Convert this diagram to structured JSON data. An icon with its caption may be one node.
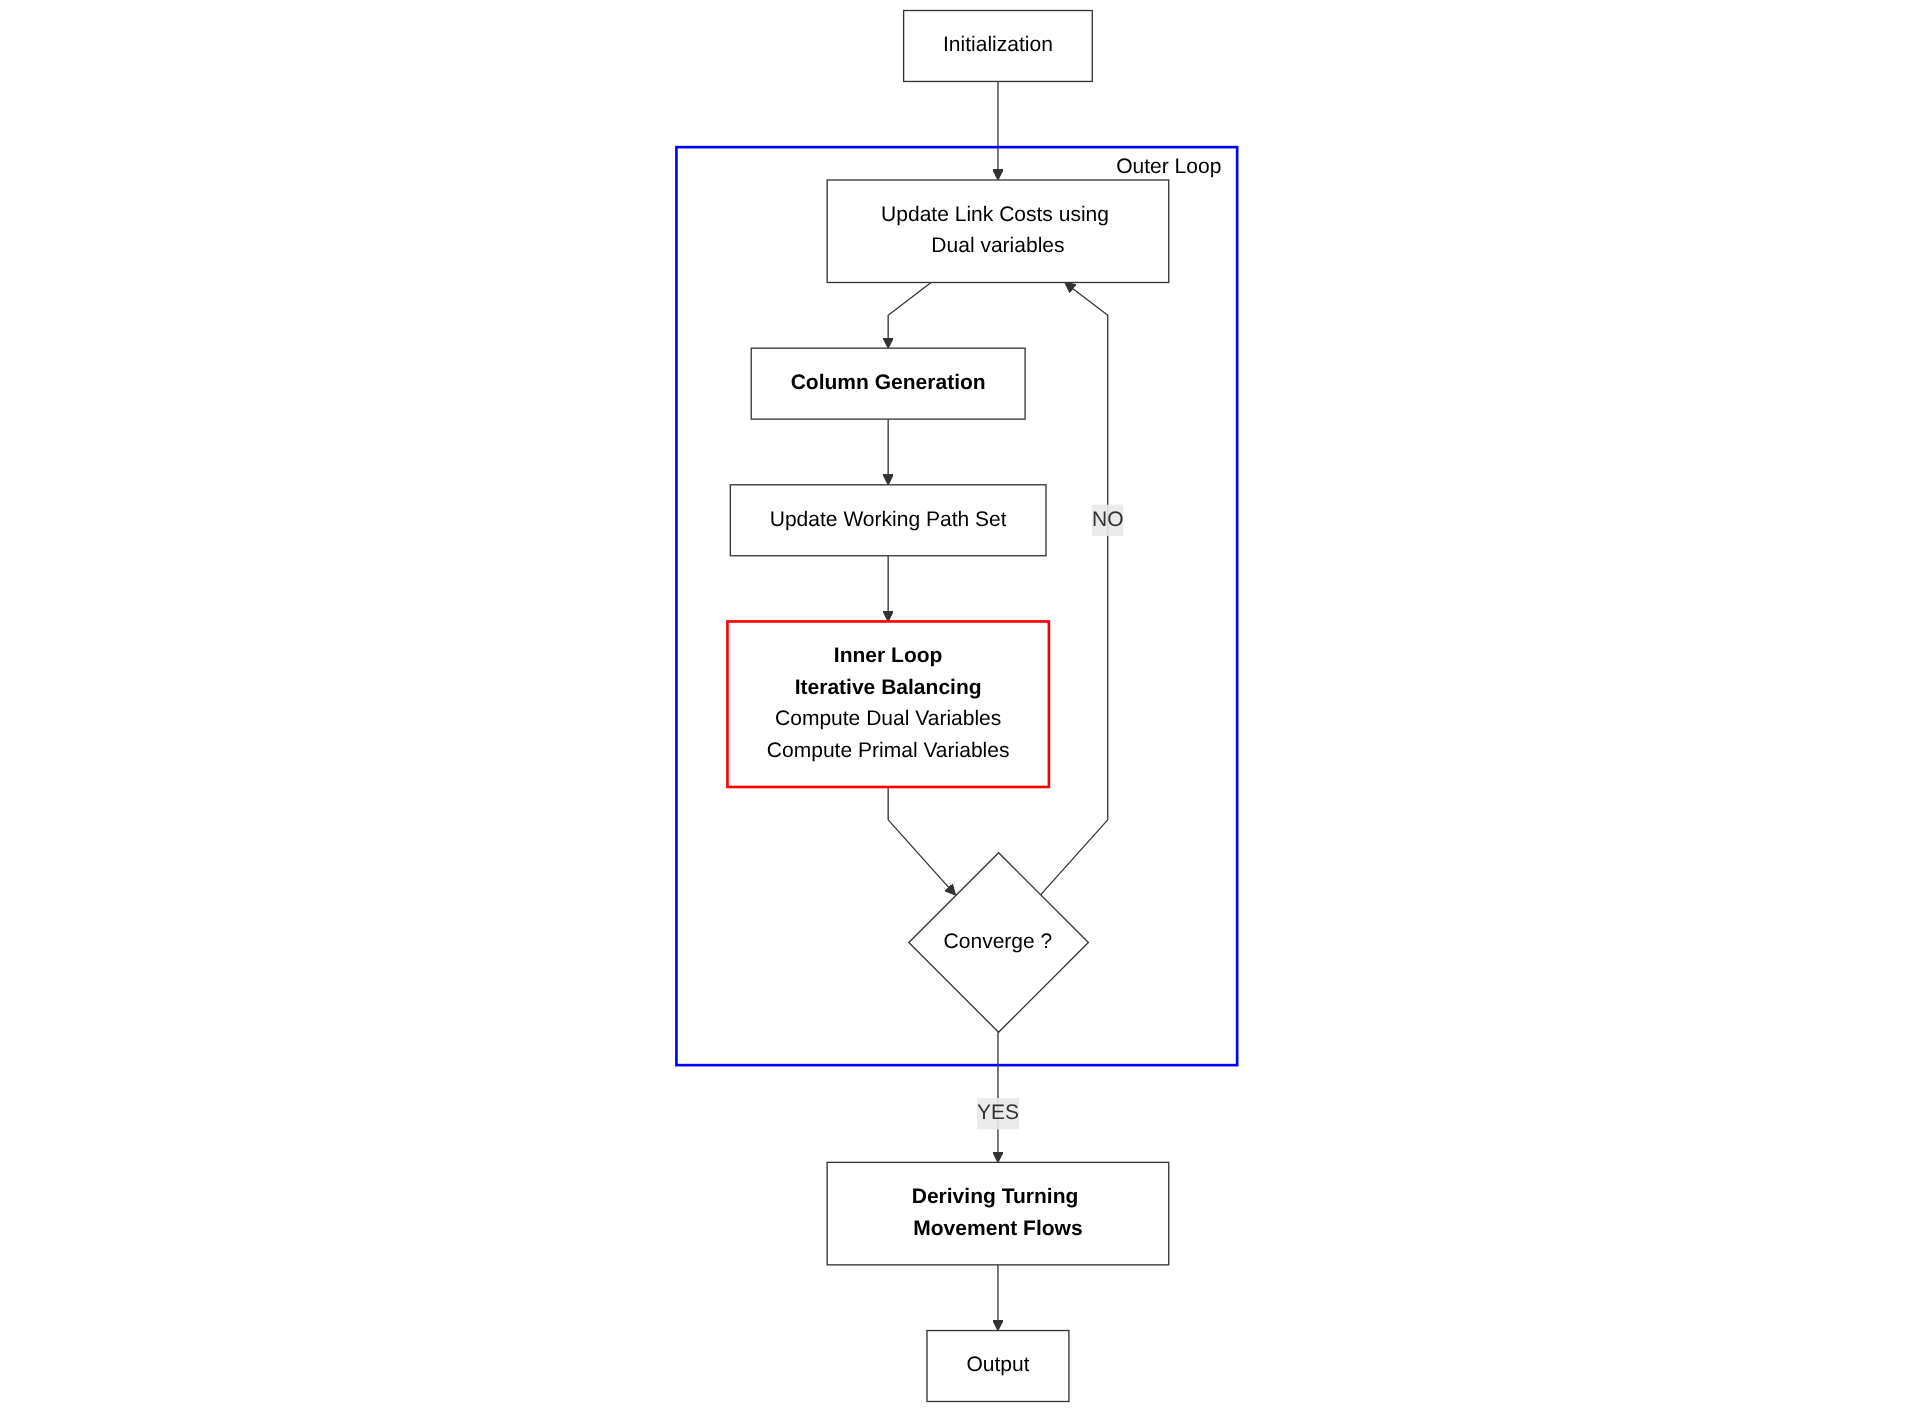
{
  "diagram": {
    "nodes": [
      {
        "text": [
          "Outer Loop"
        ]
      },
      {
        "text": [
          "Initialization"
        ]
      },
      {
        "text": [
          "Update Link Costs using Dual variables"
        ],
        "in": 0
      },
      {
        "text": [
          "Column Generation"
        ],
        "in": 0
      },
      {
        "text": [
          "Update Working Path Set"
        ],
        "in": 0
      },
      {
        "text": [
          "Inner Loop",
          "Iterative Balancing",
          "Compute Dual Variables",
          "Compute Primal Variables"
        ],
        "in": 0
      },
      {
        "text": [
          "Converge ?"
        ],
        "in": 0
      },
      {
        "text": [
          "Deriving Turning Movement Flows"
        ]
      },
      {
        "text": [
          "Output"
        ]
      }
    ],
    "edges": [
      {
        "from": 1,
        "to": 2,
        "arrow": "to"
      },
      {
        "from": 2,
        "to": 3,
        "arrow": "to"
      },
      {
        "from": 3,
        "to": 4,
        "arrow": "to"
      },
      {
        "from": 4,
        "to": 5,
        "arrow": "to"
      },
      {
        "from": 5,
        "to": 6,
        "arrow": "to"
      },
      {
        "from": 6,
        "to": 2,
        "arrow": "to",
        "label": "NO"
      },
      {
        "from": 6,
        "to": 7,
        "arrow": "to",
        "label": "YES"
      },
      {
        "from": 7,
        "to": 8,
        "arrow": "to"
      }
    ]
  }
}
